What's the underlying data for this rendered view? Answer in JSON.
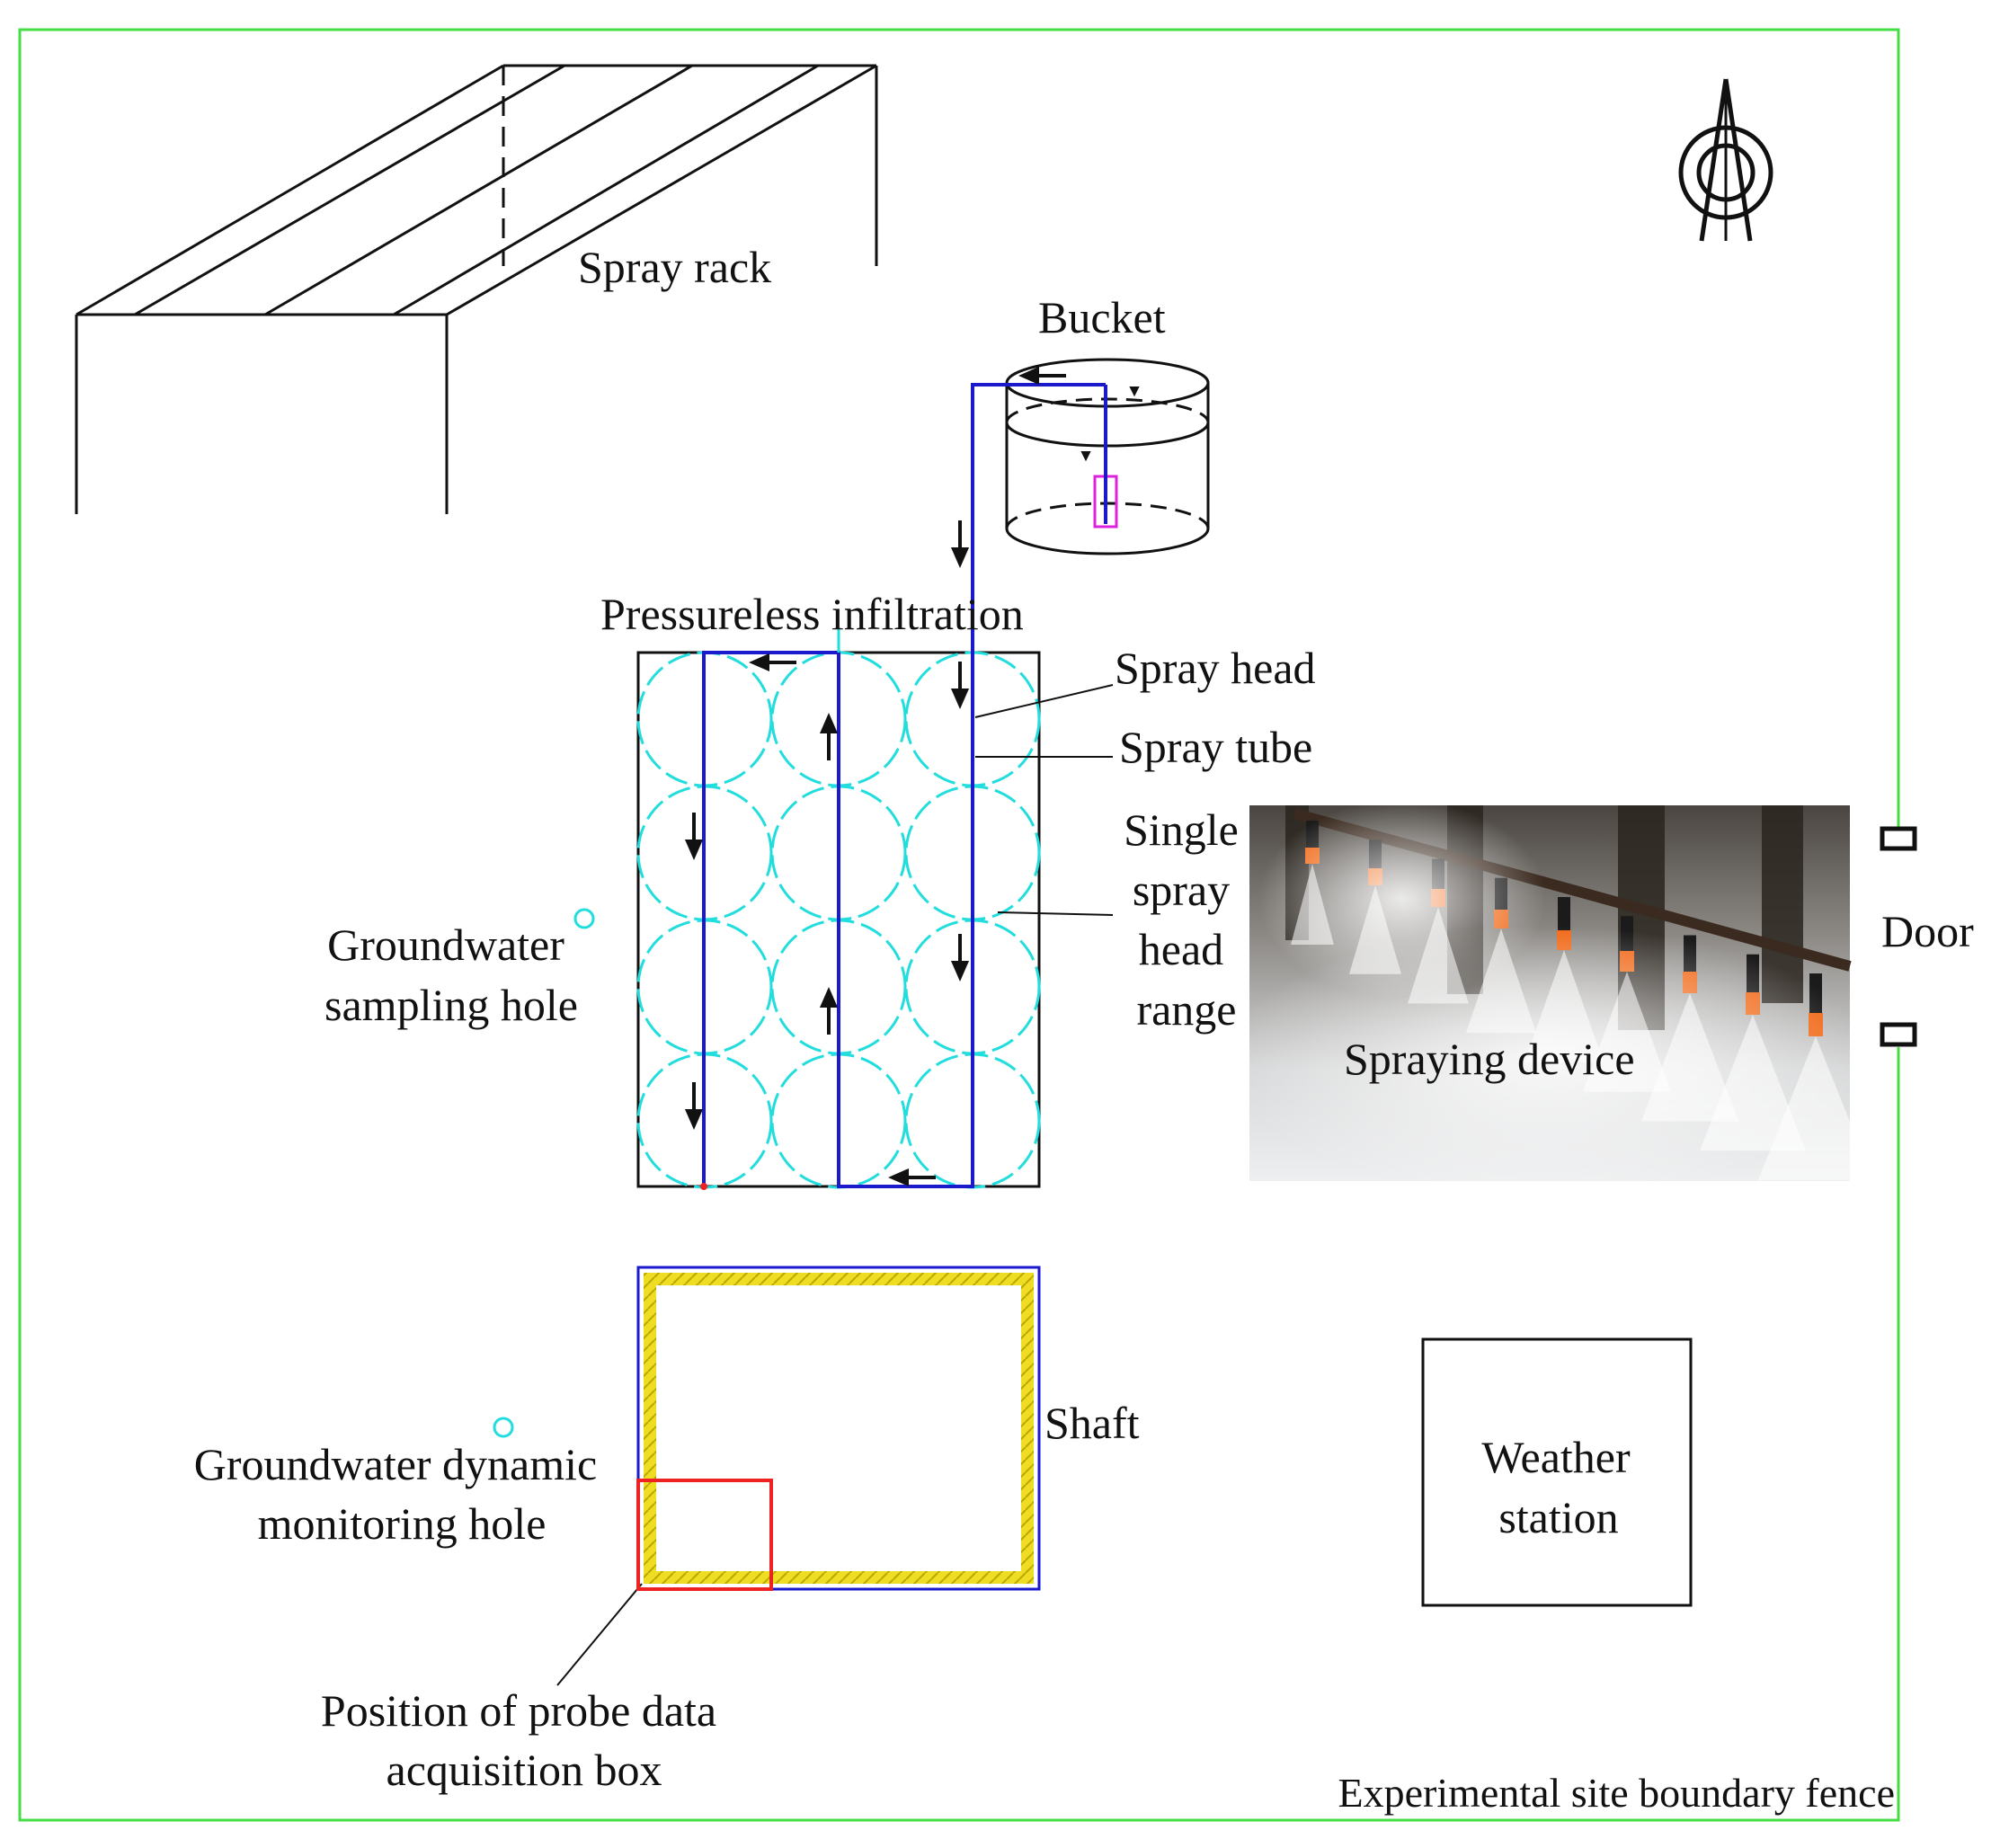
{
  "labels": {
    "spray_rack": "Spray rack",
    "bucket": "Bucket",
    "pressureless_infiltration": "Pressureless infiltration",
    "spray_head": "Spray head",
    "spray_tube": "Spray tube",
    "single_spray_head_range": [
      "Single",
      "spray",
      "head",
      "range"
    ],
    "groundwater_sampling_hole": [
      "Groundwater",
      "sampling hole"
    ],
    "spraying_device": "Spraying device",
    "door": "Door",
    "shaft": "Shaft",
    "groundwater_dynamic_monitoring_hole": [
      "Groundwater dynamic",
      "monitoring hole"
    ],
    "weather_station": [
      "Weather",
      "station"
    ],
    "probe_box_position": [
      "Position of probe data",
      "acquisition box"
    ],
    "boundary_fence": "Experimental site boundary fence"
  },
  "colors": {
    "fence": "#44dd44",
    "pipe": "#1a1acc",
    "spray_range": "#22dddd",
    "shaft_lining": "#eedd22",
    "probe_box": "#ee2222",
    "bucket_pump": "#dd22dd",
    "line": "#111111"
  },
  "icons": {
    "north_arrow": "north-arrow-icon",
    "flow_arrow": "flow-arrow-icon"
  }
}
